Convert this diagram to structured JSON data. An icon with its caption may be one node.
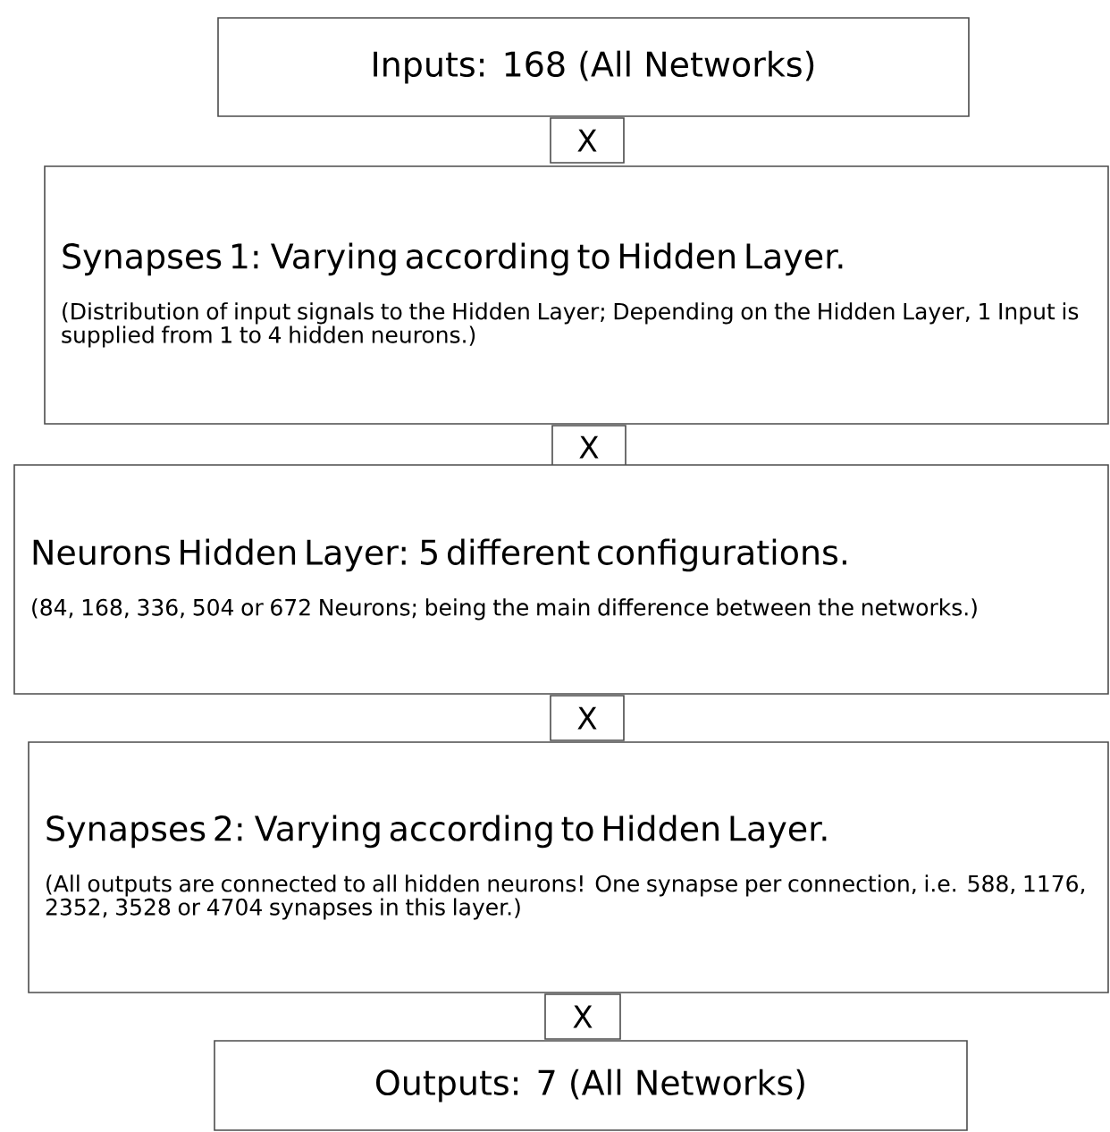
{
  "diagram": {
    "nodes": [
      {
        "text": [
          "Inputs: 168 (All Networks)"
        ]
      },
      {
        "text": [
          "X"
        ]
      },
      {
        "text": [
          "Synapses 1: Varying according to Hidden Layer.",
          "(Distribution of input signals to the Hidden Layer; Depending on the Hidden Layer, 1 Input is supplied from 1 to 4 hidden neurons.)"
        ]
      },
      {
        "text": [
          "X"
        ]
      },
      {
        "text": [
          "Neurons Hidden Layer: 5 different configurations.",
          "(84, 168, 336, 504 or 672 Neurons; being the main difference between the networks.)"
        ]
      },
      {
        "text": [
          "X"
        ]
      },
      {
        "text": [
          "Synapses 2: Varying according to Hidden Layer.",
          "(All outputs are connected to all hidden neurons! One synapse per connection, i.e. 588, 1176, 2352, 3528 or 4704 synapses in this layer.)"
        ]
      },
      {
        "text": [
          "X"
        ]
      },
      {
        "text": [
          "Outputs: 7 (All Networks)"
        ]
      }
    ]
  }
}
